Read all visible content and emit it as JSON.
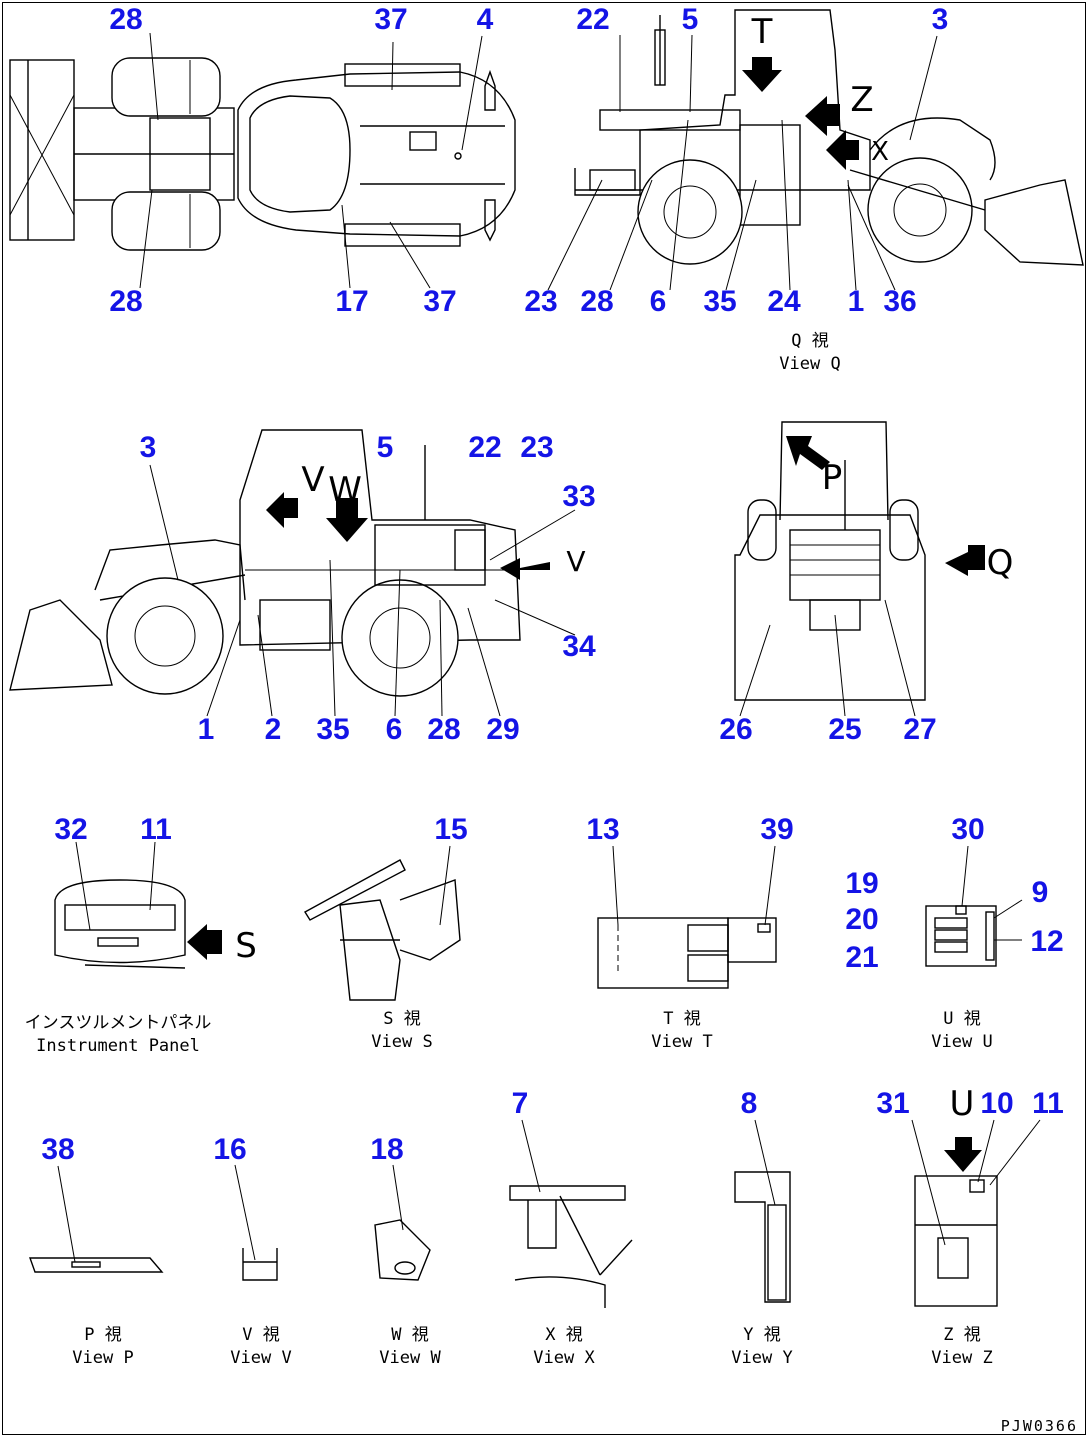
{
  "callouts": {
    "top_left": [
      "28",
      "37",
      "4",
      "28",
      "17",
      "37"
    ],
    "view_q": [
      "22",
      "5",
      "3",
      "23",
      "28",
      "6",
      "35",
      "24",
      "1",
      "36"
    ],
    "side": [
      "3",
      "5",
      "22",
      "23",
      "33",
      "34",
      "1",
      "2",
      "35",
      "6",
      "28",
      "29"
    ],
    "rear": [
      "26",
      "25",
      "27"
    ],
    "instrument_panel": [
      "32",
      "11"
    ],
    "view_s": [
      "15"
    ],
    "view_t": [
      "13",
      "39"
    ],
    "view_u": [
      "30",
      "19",
      "9",
      "20",
      "12",
      "21"
    ],
    "view_p": [
      "38"
    ],
    "view_v": [
      "16"
    ],
    "view_w": [
      "18"
    ],
    "view_x": [
      "7"
    ],
    "view_y": [
      "8"
    ],
    "view_z": [
      "31",
      "10",
      "11"
    ]
  },
  "view_letters": {
    "t": "T",
    "z": "Z",
    "x": "X",
    "v": "V",
    "w": "W",
    "v_side": "V",
    "p": "P",
    "q": "Q",
    "s": "S",
    "u": "U"
  },
  "captions": {
    "view_q": [
      "Q 視",
      "View Q"
    ],
    "instrument_panel": [
      "インスツルメントパネル",
      "Instrument Panel"
    ],
    "view_s": [
      "S 視",
      "View S"
    ],
    "view_t": [
      "T 視",
      "View T"
    ],
    "view_u": [
      "U 視",
      "View U"
    ],
    "view_p": [
      "P 視",
      "View P"
    ],
    "view_v": [
      "V 視",
      "View V"
    ],
    "view_w": [
      "W 視",
      "View W"
    ],
    "view_x": [
      "X 視",
      "View X"
    ],
    "view_y": [
      "Y 視",
      "View Y"
    ],
    "view_z": [
      "Z 視",
      "View Z"
    ]
  },
  "drawing_code": "PJW0366",
  "colors": {
    "callout": "#1414e6",
    "line": "#000000",
    "background": "#ffffff"
  }
}
